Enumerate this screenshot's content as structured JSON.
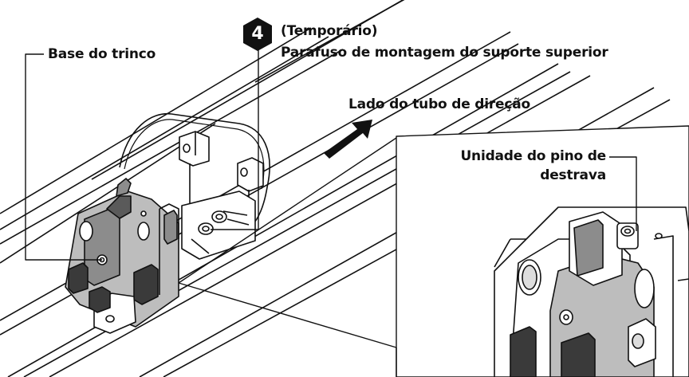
{
  "step": {
    "number": "4"
  },
  "labels": {
    "temporary": "(Temporário)",
    "top_bracket_bolt": "Parafuso de montagem do suporte superior",
    "latch_base": "Base do trinco",
    "steering_tube_side": "Lado do tubo de direção",
    "release_pin_line1": "Unidade do pino de",
    "release_pin_line2": "destrava"
  },
  "colors": {
    "ink": "#111111",
    "shade": "#bdbdbd",
    "dark": "#3a3a3a",
    "paper": "#ffffff"
  }
}
